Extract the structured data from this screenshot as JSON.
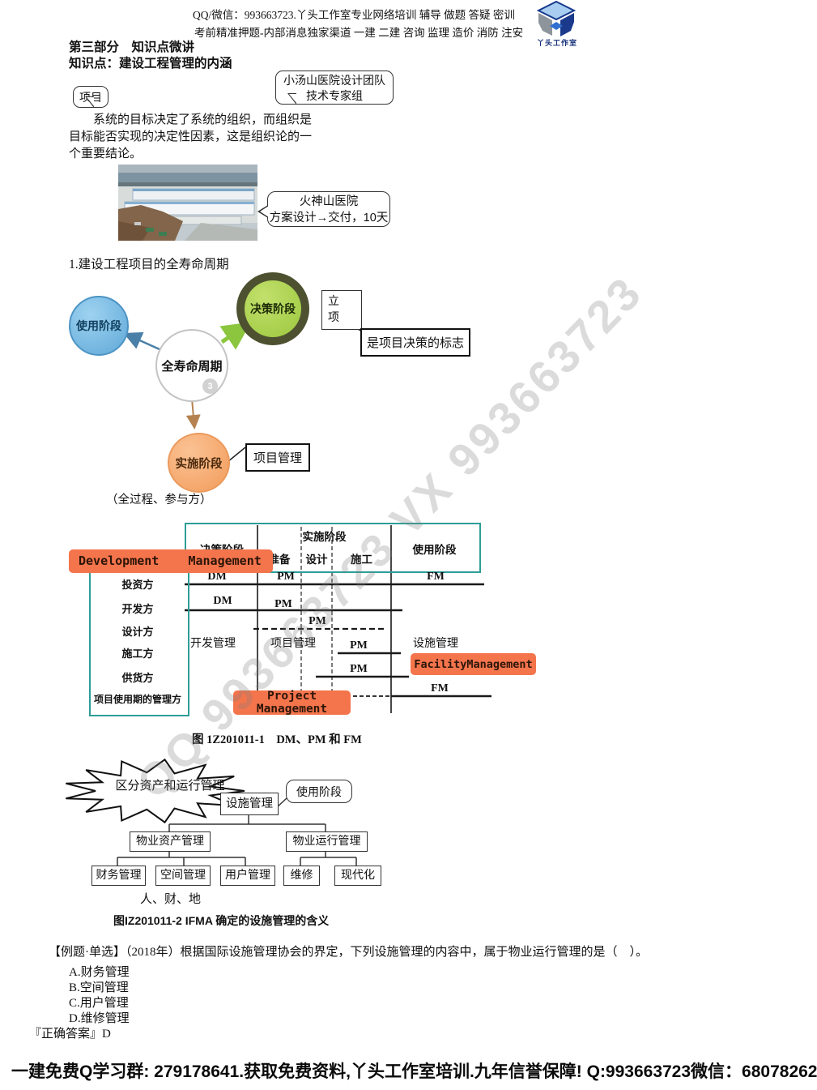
{
  "header": {
    "line1": "QQ/微信：993663723.丫头工作室专业网络培训 辅导 做题 答疑 密训",
    "line2": "考前精准押题-内部消息独家渠道 一建 二建 咨询 监理 造价 消防 注安",
    "logo_caption": "丫头工作室"
  },
  "title": {
    "part": "第三部分　知识点微讲",
    "point": "知识点：建设工程管理的内涵"
  },
  "intro": {
    "project_bubble": "项目",
    "team_bubble_line1": "小汤山医院设计团队",
    "team_bubble_line2": "技术专家组",
    "paragraph": "系统的目标决定了系统的组织，而组织是目标能否实现的决定性因素，这是组织论的一个重要结论。",
    "photo_callout_line1": "火神山医院",
    "photo_callout_line2": "方案设计→交付，10天"
  },
  "lifecycle": {
    "heading": "1.建设工程项目的全寿命周期",
    "use_phase": "使用阶段",
    "decision_phase": "决策阶段",
    "center": "全寿命周期",
    "badge": "3",
    "lixiang_line1": "立",
    "lixiang_line2": "项",
    "decision_note": "是项目决策的标志",
    "impl_phase": "实施阶段",
    "pm_box": "项目管理",
    "footnote": "（全过程、参与方）"
  },
  "figure1": {
    "col_decision": "决策阶段",
    "col_impl": "实施阶段",
    "col_use": "使用阶段",
    "sub_cols": [
      "准备",
      "设计",
      "施工"
    ],
    "dev_mgmt_en": "Development    Management",
    "rows": [
      "投资方",
      "开发方",
      "设计方",
      "施工方",
      "供货方",
      "项目使用期的管理方"
    ],
    "bars": {
      "investor_dm": "DM",
      "investor_pm": "PM",
      "investor_fm": "FM",
      "developer_dm": "DM",
      "developer_pm": "PM",
      "designer_pm": "PM",
      "contractor_pm": "PM",
      "supplier_pm": "PM",
      "user_fm": "FM"
    },
    "mid_labels": {
      "dev": "开发管理",
      "pm": "项目管理",
      "fm": "设施管理"
    },
    "facility_en": "FacilityManagement",
    "project_en": "Project Management",
    "caption": "图 1Z201011-1　DM、PM 和 FM"
  },
  "figure2": {
    "burst": "区分资产和运行管理",
    "root": "设施管理",
    "use_bubble": "使用阶段",
    "asset": "物业资产管理",
    "operation": "物业运行管理",
    "asset_children": [
      "财务管理",
      "空间管理",
      "用户管理"
    ],
    "operation_children": [
      "维修",
      "现代化"
    ],
    "note": "人、财、地",
    "caption": "图IZ201011-2 IFMA  确定的设施管理的含义"
  },
  "question": {
    "stem": "【例题·单选】（2018年）根据国际设施管理协会的界定，下列设施管理的内容中，属于物业运行管理的是（　）。",
    "options": [
      "A.财务管理",
      "B.空间管理",
      "C.用户管理",
      "D.维修管理"
    ],
    "answer": "『正确答案』D"
  },
  "footer": "一建免费Q学习群: 279178641.获取免费资料,丫头工作室培训.九年信誉保障! Q:993663723微信：68078262",
  "watermark": "QQ 993663723 VX 993663723",
  "colors": {
    "accent_orange": "#f4744c",
    "teal": "#2e9e97",
    "green_circle": "#aad14e",
    "blue_circle": "#7bbde6",
    "orange_circle": "#f6a96d"
  }
}
